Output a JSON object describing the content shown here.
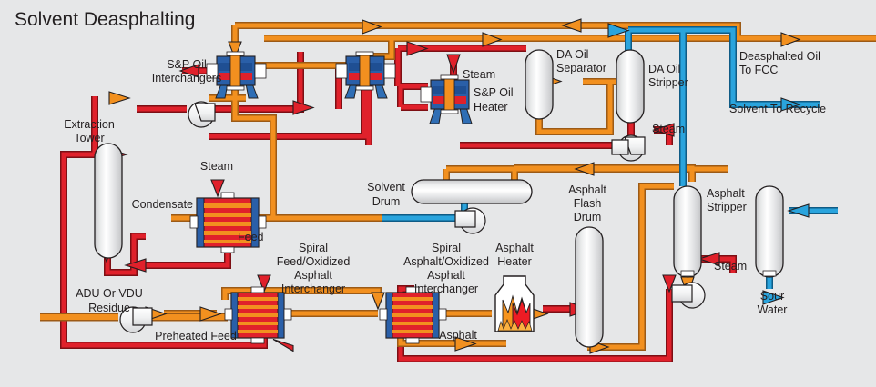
{
  "diagram": {
    "title": "Solvent Deasphalting",
    "background_color": "#e6e7e8",
    "palette": {
      "red": "#e0212b",
      "red_dark": "#8c1014",
      "orange": "#f2901f",
      "orange_dark": "#a8601a",
      "blue": "#2aa4dd",
      "blue_dark": "#13628c",
      "vessel_light": "#fbfbfb",
      "vessel_mid": "#d4d5d7",
      "outline": "#231f20",
      "flame_orange": "#f7941e",
      "flame_red": "#ed1c24"
    }
  },
  "equipment": [
    {
      "id": "sp-oil-interchangers",
      "label": "S&P Oil\nInterchangers",
      "label_lines": [
        "S&P Oil",
        "Interchangers"
      ]
    },
    {
      "id": "sp-oil-heater",
      "label_lines": [
        "S&P Oil",
        "Heater"
      ]
    },
    {
      "id": "da-oil-separator",
      "label_lines": [
        "DA Oil",
        "Separator"
      ]
    },
    {
      "id": "da-oil-stripper",
      "label_lines": [
        "DA Oil",
        "Stripper"
      ]
    },
    {
      "id": "extraction-tower",
      "label_lines": [
        "Extraction",
        "Tower"
      ]
    },
    {
      "id": "solvent-drum",
      "label_lines": [
        "Solvent",
        "Drum"
      ]
    },
    {
      "id": "asphalt-flash-drum",
      "label_lines": [
        "Asphalt",
        "Flash",
        "Drum"
      ]
    },
    {
      "id": "asphalt-stripper",
      "label_lines": [
        "Asphalt",
        "Stripper"
      ]
    },
    {
      "id": "asphalt-heater",
      "label_lines": [
        "Asphalt",
        "Heater"
      ]
    },
    {
      "id": "spiral-feed-oxidized-asphalt-interchanger",
      "label_lines": [
        "Spiral",
        "Feed/Oxidized",
        "Asphalt",
        "Interchanger"
      ]
    },
    {
      "id": "spiral-asphalt-oxidized-asphalt-interchanger",
      "label_lines": [
        "Spiral",
        "Asphalt/Oxidized",
        "Asphalt",
        "Interchanger"
      ]
    }
  ],
  "labels": {
    "title": "Solvent Deasphalting",
    "sp_oil_interchangers_1": "S&P Oil",
    "sp_oil_interchangers_2": "Interchangers",
    "steam_heater": "Steam",
    "sp_oil_heater_1": "S&P Oil",
    "sp_oil_heater_2": "Heater",
    "da_oil_separator_1": "DA Oil",
    "da_oil_separator_2": "Separator",
    "da_oil_stripper_1": "DA Oil",
    "da_oil_stripper_2": "Stripper",
    "steam_da_stripper": "Steam",
    "deasphalted_oil_1": "Deasphalted Oil",
    "deasphalted_oil_2": "To FCC",
    "solvent_to_recycle": "Solvent To Recycle",
    "extraction_tower_1": "Extraction",
    "extraction_tower_2": "Tower",
    "steam_condenser": "Steam",
    "condensate": "Condensate",
    "feed": "Feed",
    "solvent_drum_1": "Solvent",
    "solvent_drum_2": "Drum",
    "adu_vdu_1": "ADU Or VDU",
    "adu_vdu_2": "Residue",
    "preheated_feed": "Preheated Feed",
    "spiral_feed_1": "Spiral",
    "spiral_feed_2": "Feed/Oxidized",
    "spiral_feed_3": "Asphalt",
    "spiral_feed_4": "Interchanger",
    "spiral_asphalt_1": "Spiral",
    "spiral_asphalt_2": "Asphalt/Oxidized",
    "spiral_asphalt_3": "Asphalt",
    "spiral_asphalt_4": "Interchanger",
    "asphalt_heater_1": "Asphalt",
    "asphalt_heater_2": "Heater",
    "asphalt": "Asphalt",
    "asphalt_flash_drum_1": "Asphalt",
    "asphalt_flash_drum_2": "Flash",
    "asphalt_flash_drum_3": "Drum",
    "asphalt_stripper_1": "Asphalt",
    "asphalt_stripper_2": "Stripper",
    "steam_asphalt_stripper": "Steam",
    "sour_water_1": "Sour",
    "sour_water_2": "Water"
  },
  "streams": [
    {
      "name": "deasphalted-oil-to-fcc",
      "color": "orange",
      "label": "Deasphalted Oil To FCC"
    },
    {
      "name": "solvent-to-recycle",
      "color": "blue",
      "label": "Solvent To Recycle"
    },
    {
      "name": "adu-or-vdu-residue",
      "color": "orange",
      "label": "ADU Or VDU Residue"
    },
    {
      "name": "preheated-feed",
      "color": "red",
      "label": "Preheated Feed"
    },
    {
      "name": "feed",
      "color": "orange",
      "label": "Feed"
    },
    {
      "name": "condensate",
      "color": "orange",
      "label": "Condensate"
    },
    {
      "name": "asphalt",
      "color": "orange",
      "label": "Asphalt"
    },
    {
      "name": "sour-water",
      "color": "blue",
      "label": "Sour Water"
    },
    {
      "name": "steam",
      "color": "red",
      "label": "Steam"
    }
  ]
}
